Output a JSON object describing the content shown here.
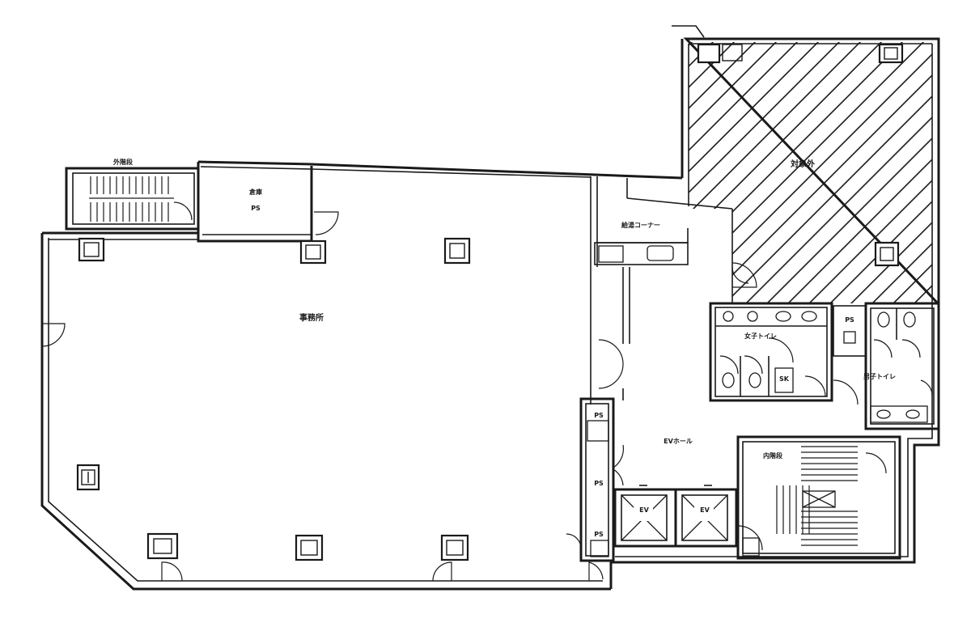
{
  "rooms": {
    "emergency_stair_west": "外階段",
    "storage_room": "倉庫",
    "storage_room_sub": "PS",
    "main_office": "事務所",
    "kitchen_area": "給湯コーナー",
    "hatched_area": "対象外",
    "womens_toilet": "女子トイレ",
    "mens_toilet": "男子トイレ",
    "elevator_hall": "EVホール",
    "main_stair": "内階段",
    "ps_1": "PS",
    "ps_2": "PS",
    "ps_3": "PS",
    "ev_1": "EV",
    "ev_2": "EV",
    "sk": "SK",
    "pt": "PS"
  }
}
